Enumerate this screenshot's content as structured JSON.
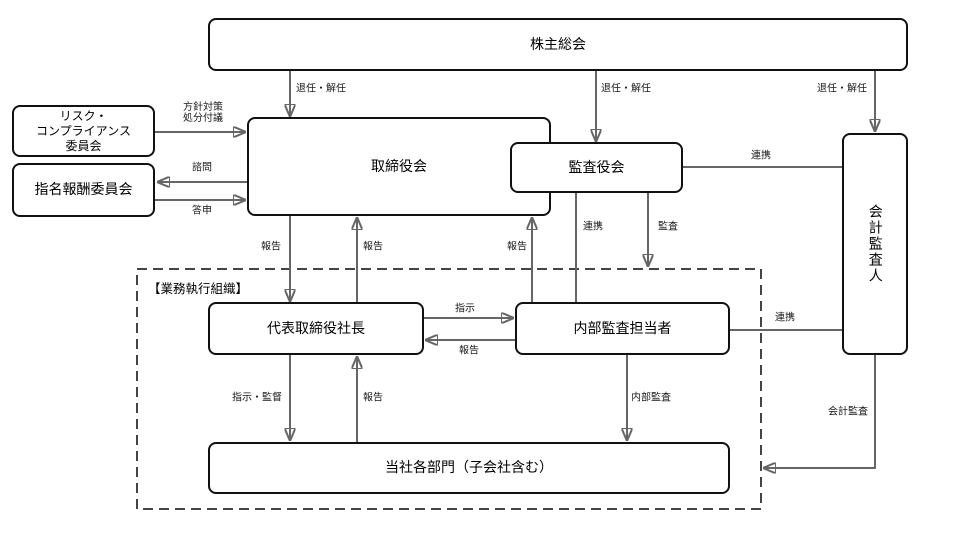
{
  "diagram": {
    "exec_org_label": "【業務執行組織】",
    "boxes": {
      "shareholders": {
        "label": "株主総会"
      },
      "board": {
        "label": "取締役会"
      },
      "audit_board": {
        "label": "監査役会"
      },
      "accounting_auditor": {
        "label": "会計監査人"
      },
      "risk_committee": {
        "lines": [
          "リスク・",
          "コンプライアンス",
          "委員会"
        ]
      },
      "nomination_committee": {
        "label": "指名報酬委員会"
      },
      "president": {
        "label": "代表取締役社長"
      },
      "internal_audit": {
        "label": "内部監査担当者"
      },
      "departments": {
        "label": "当社各部門（子会社含む）"
      }
    },
    "edges": [
      {
        "id": "dismissal-to-board",
        "label": "退任・解任"
      },
      {
        "id": "dismissal-to-audit-board",
        "label": "退任・解任"
      },
      {
        "id": "dismissal-to-accounting-auditor",
        "label": "退任・解任"
      },
      {
        "id": "policy-referral",
        "line1": "方針対策",
        "line2": "処分付議"
      },
      {
        "id": "consultation",
        "label": "諮問"
      },
      {
        "id": "recommendation",
        "label": "答申"
      },
      {
        "id": "report-board-to-president",
        "label": "報告"
      },
      {
        "id": "report-president-to-board",
        "label": "報告"
      },
      {
        "id": "report-internal-audit-to-board",
        "label": "報告"
      },
      {
        "id": "cooperation-audit-board-internal",
        "label": "連携"
      },
      {
        "id": "audit",
        "label": "監査"
      },
      {
        "id": "cooperation-audit-board-accounting",
        "label": "連携"
      },
      {
        "id": "cooperation-internal-accounting",
        "label": "連携"
      },
      {
        "id": "instruction",
        "label": "指示"
      },
      {
        "id": "report-internal-to-president",
        "label": "報告"
      },
      {
        "id": "instruction-supervision",
        "label": "指示・監督"
      },
      {
        "id": "report-departments-to-president",
        "label": "報告"
      },
      {
        "id": "internal-audit-flow",
        "label": "内部監査"
      },
      {
        "id": "accounting-audit-flow",
        "label": "会計監査"
      }
    ],
    "colors": {
      "line": "#666666",
      "arrowhead": "#4d4d4d",
      "box_border": "#111111",
      "dashed_border": "#444444",
      "background": "#ffffff",
      "text": "#000000"
    }
  }
}
